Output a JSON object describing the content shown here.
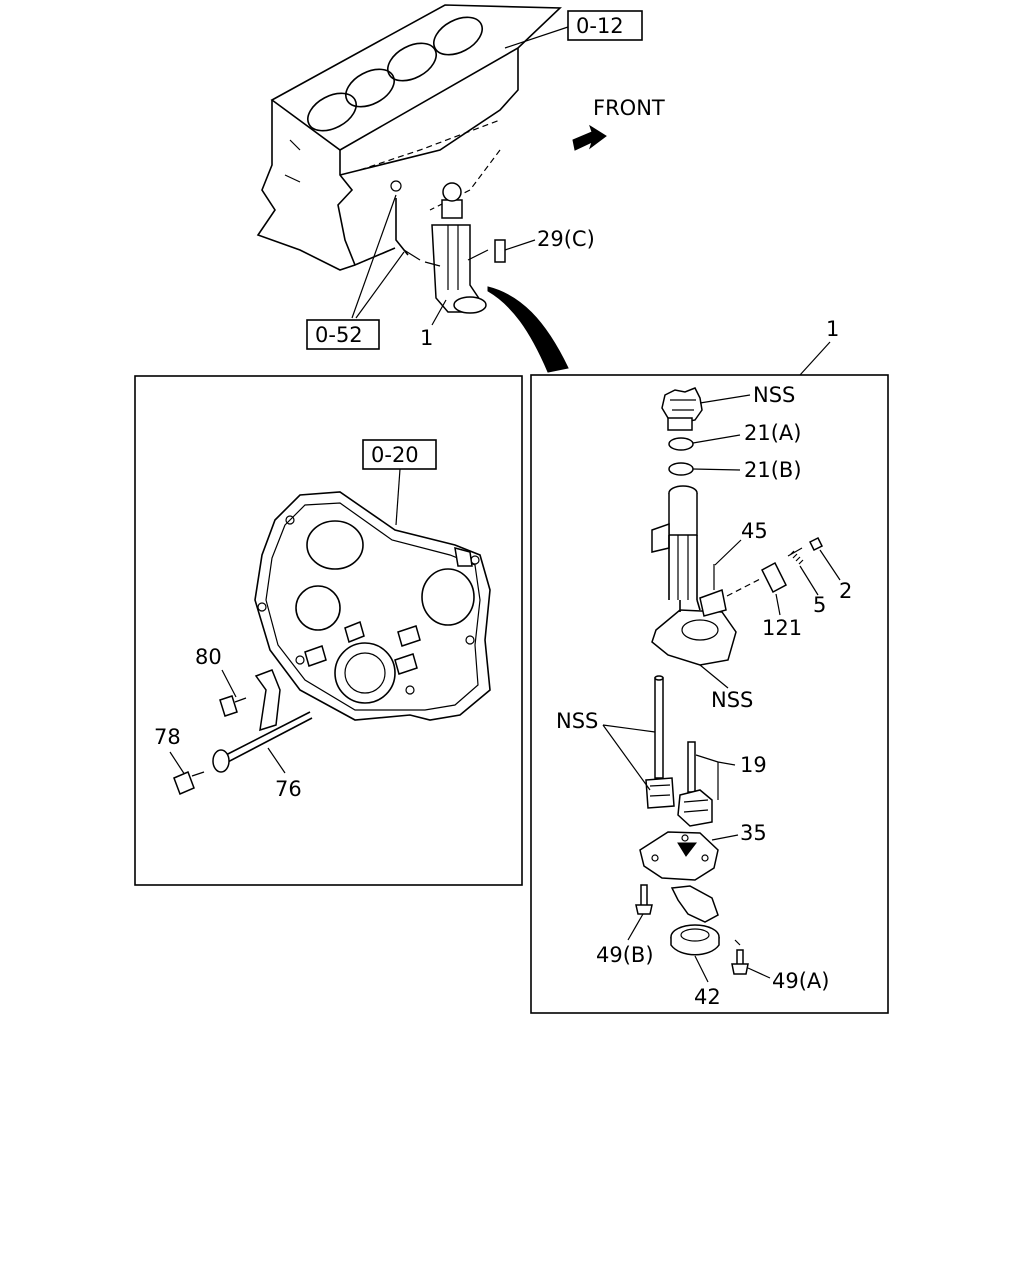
{
  "refs": {
    "ref_0_12": "0-12",
    "ref_0_52": "0-52",
    "ref_0_20": "0-20"
  },
  "direction_label": "FRONT",
  "overview": {
    "part_29c": "29(C)",
    "part_1": "1"
  },
  "left_box": {
    "part_80": "80",
    "part_78": "78",
    "part_76": "76"
  },
  "right_box": {
    "title_1": "1",
    "nss_top": "NSS",
    "part_21a": "21(A)",
    "part_21b": "21(B)",
    "part_45": "45",
    "part_2": "2",
    "part_5": "5",
    "part_121": "121",
    "nss_body": "NSS",
    "nss_gear": "NSS",
    "part_19": "19",
    "part_35": "35",
    "part_49b": "49(B)",
    "part_49a": "49(A)",
    "part_42": "42"
  }
}
